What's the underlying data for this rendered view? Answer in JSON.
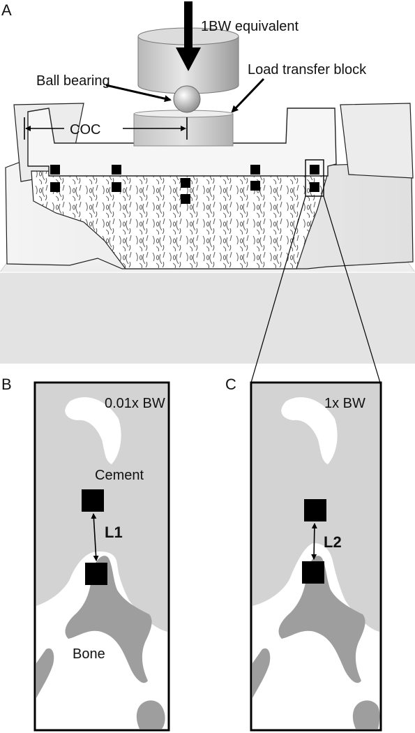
{
  "panel_a": {
    "letter": "A",
    "load_label": "1BW equivalent",
    "ball_bearing_label": "Ball bearing",
    "load_block_label": "Load transfer block",
    "coc_label": "COC"
  },
  "panel_b": {
    "letter": "B",
    "load_text": "0.01x BW",
    "cement_label": "Cement",
    "bone_label": "Bone",
    "distance_label": "L1"
  },
  "panel_c": {
    "letter": "C",
    "load_text": "1x BW",
    "distance_label": "L2"
  },
  "colors": {
    "cement": "#d3d3d3",
    "bone": "#9e9e9e",
    "marker": "#000000",
    "tray": "#e6e6e6"
  }
}
